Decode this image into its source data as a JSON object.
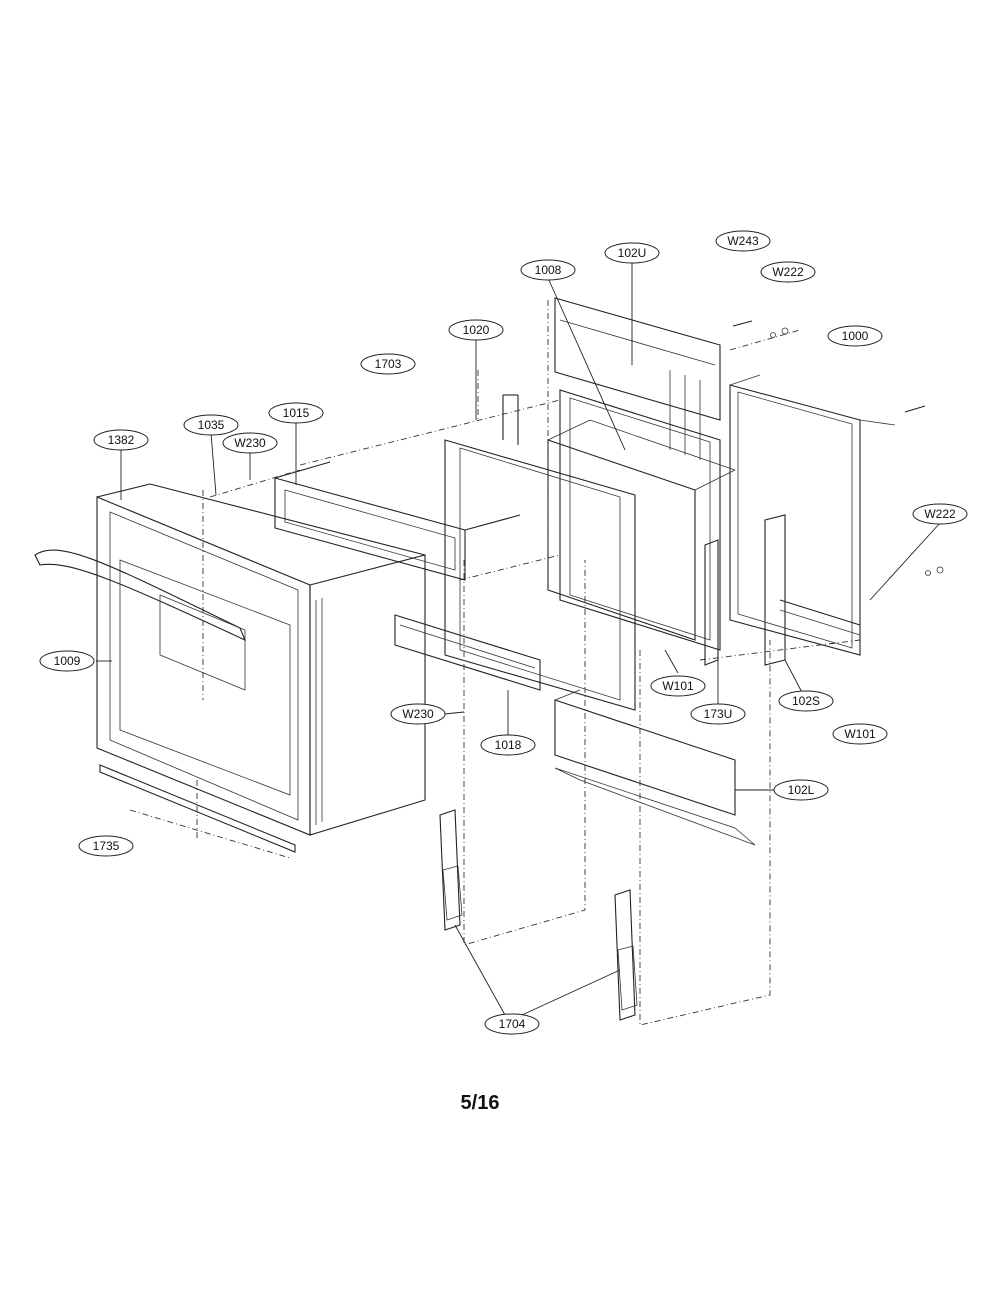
{
  "diagram": {
    "page_number": "5/16",
    "callouts": [
      {
        "id": "W243",
        "label": "W243"
      },
      {
        "id": "102U",
        "label": "102U"
      },
      {
        "id": "1008",
        "label": "1008"
      },
      {
        "id": "W222-top",
        "label": "W222"
      },
      {
        "id": "1000",
        "label": "1000"
      },
      {
        "id": "1020",
        "label": "1020"
      },
      {
        "id": "1703",
        "label": "1703"
      },
      {
        "id": "1015",
        "label": "1015"
      },
      {
        "id": "1035",
        "label": "1035"
      },
      {
        "id": "W230-top",
        "label": "W230"
      },
      {
        "id": "1382",
        "label": "1382"
      },
      {
        "id": "W222-right",
        "label": "W222"
      },
      {
        "id": "1009",
        "label": "1009"
      },
      {
        "id": "W101-mid",
        "label": "W101"
      },
      {
        "id": "173U",
        "label": "173U"
      },
      {
        "id": "102S",
        "label": "102S"
      },
      {
        "id": "W230-mid",
        "label": "W230"
      },
      {
        "id": "1018",
        "label": "1018"
      },
      {
        "id": "W101-right",
        "label": "W101"
      },
      {
        "id": "102L",
        "label": "102L"
      },
      {
        "id": "1735",
        "label": "1735"
      },
      {
        "id": "1704",
        "label": "1704"
      }
    ]
  }
}
